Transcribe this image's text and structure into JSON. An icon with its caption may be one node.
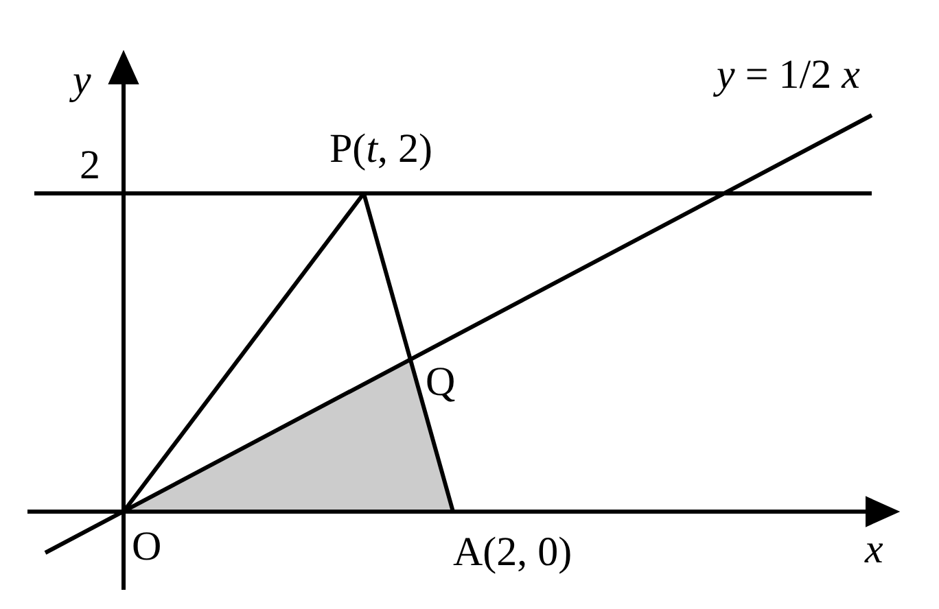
{
  "diagram": {
    "labels": [
      "*y*",
      "2",
      "P(*t*, 2)",
      "*y* = 1/2 *x*",
      "Q",
      "O",
      "A(2, 0)",
      "*x*"
    ]
  }
}
